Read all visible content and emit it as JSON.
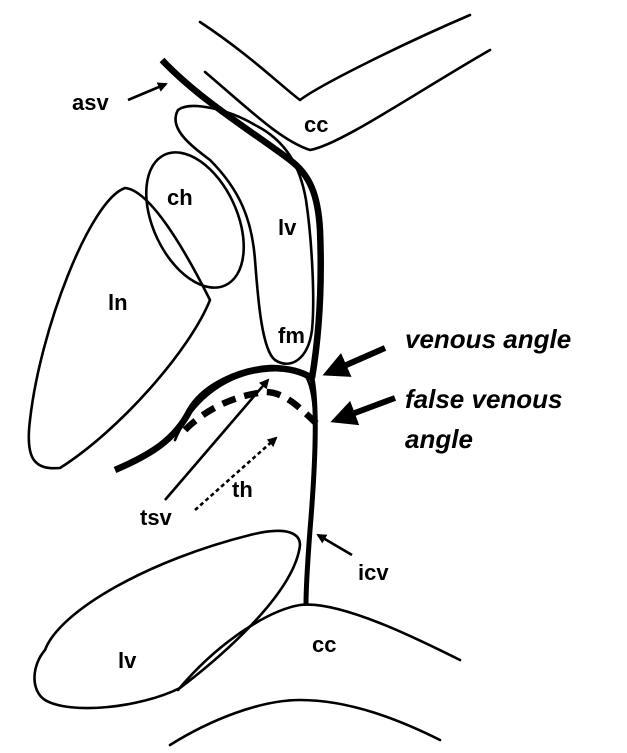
{
  "diagram": {
    "labels": {
      "asv": "asv",
      "cc_top": "cc",
      "ch": "ch",
      "lv_top": "lv",
      "ln": "ln",
      "fm": "fm",
      "venous_angle": "venous angle",
      "false_venous_angle_line1": "false venous",
      "false_venous_angle_line2": "angle",
      "tsv": "tsv",
      "th": "th",
      "icv": "icv",
      "lv_bottom": "lv",
      "cc_bottom": "cc"
    }
  }
}
